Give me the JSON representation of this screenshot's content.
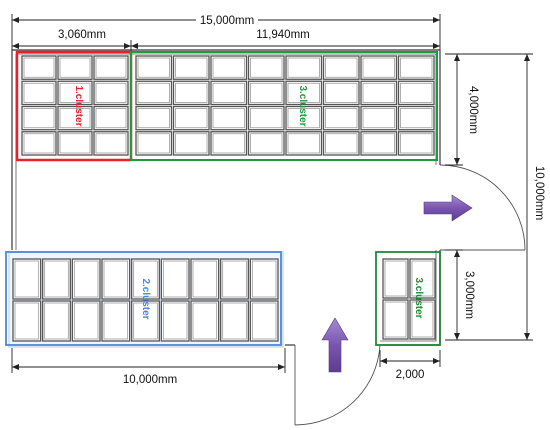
{
  "dimensions": {
    "total_width": "15,000mm",
    "left_width": "3,060mm",
    "right_width": "11,940mm",
    "upper_height": "4,000mm",
    "total_height": "10,000mm",
    "lower_height": "3,000mm",
    "bottom_width": "10,000mm",
    "small_width": "2,000"
  },
  "clusters": {
    "cluster1": {
      "label": "1.cluster",
      "color": "#e8202a",
      "rows": 4,
      "cols": 3
    },
    "cluster3_top": {
      "label": "3.cluster",
      "color": "#1f9a3c",
      "rows": 4,
      "cols": 8
    },
    "cluster2": {
      "label": "2.cluster",
      "color": "#4f86d9",
      "rows": 2,
      "cols": 9
    },
    "cluster3_small": {
      "label": "3.cluster",
      "color": "#1f8a35",
      "rows": 2,
      "cols": 2
    }
  },
  "arrows": {
    "color": "#7e5ab0"
  }
}
